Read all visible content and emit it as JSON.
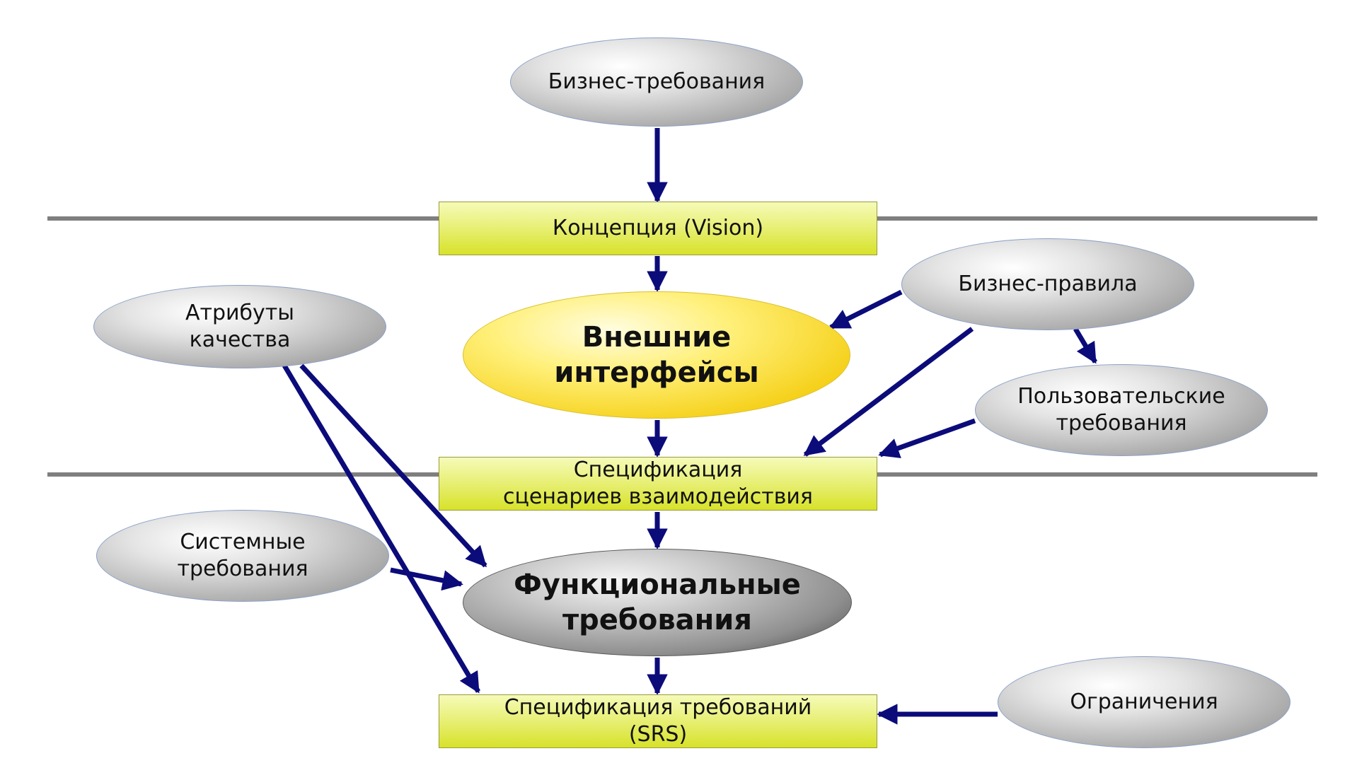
{
  "nodes": {
    "business_requirements": "Бизнес-требования",
    "vision": "Концепция (Vision)",
    "quality_attributes": "Атрибуты\nкачества",
    "external_interfaces": "Внешние\nинтерфейсы",
    "business_rules": "Бизнес-правила",
    "user_requirements": "Пользовательские\nтребования",
    "use_case_spec": "Спецификация\nсценариев взаимодействия",
    "system_requirements": "Системные\nтребования",
    "functional_requirements": "Функциональные\nтребования",
    "constraints": "Ограничения",
    "srs": "Спецификация требований\n(SRS)"
  },
  "colors": {
    "arrow": "#0b0b7a",
    "divider": "#7f7f7f"
  }
}
